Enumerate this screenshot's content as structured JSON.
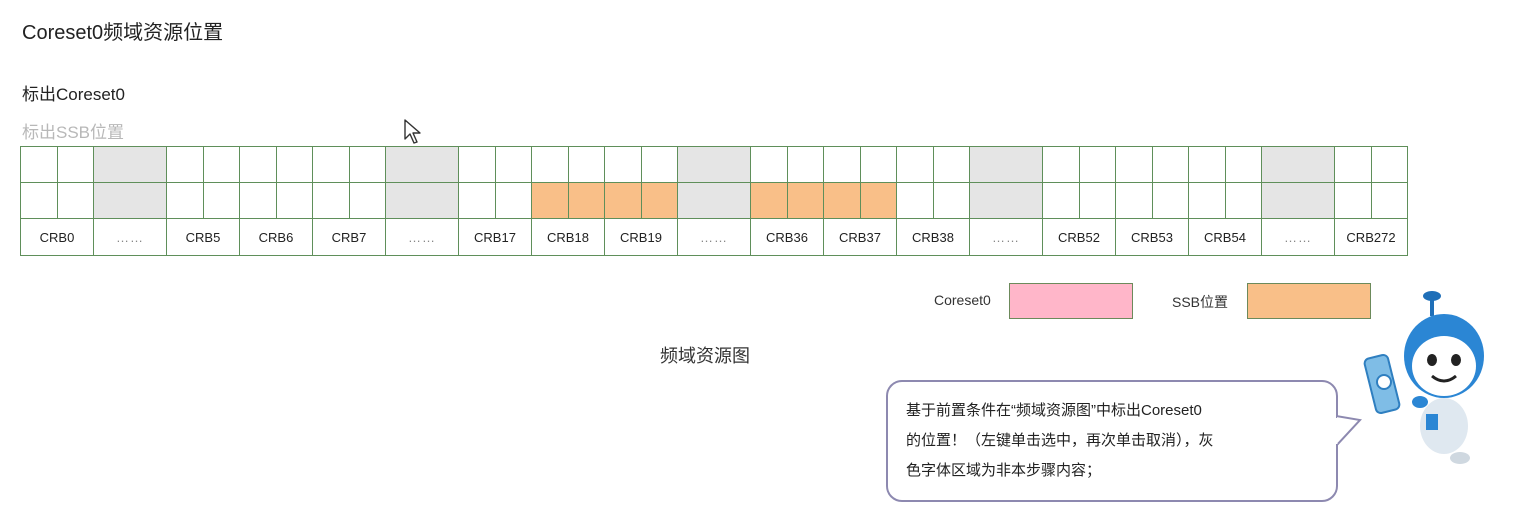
{
  "page_title": "Coreset0频域资源位置",
  "steps": [
    {
      "label": "标出Coreset0",
      "state": "active"
    },
    {
      "label": "标出SSB位置",
      "state": "inactive"
    }
  ],
  "grid": {
    "labels": [
      "CRB0",
      "……",
      "CRB5",
      "CRB6",
      "CRB7",
      "……",
      "CRB17",
      "CRB18",
      "CRB19",
      "……",
      "CRB36",
      "CRB37",
      "CRB38",
      "……",
      "CRB52",
      "CRB53",
      "CRB54",
      "……",
      "CRB272"
    ],
    "gray_columns": [
      1,
      5,
      9,
      13,
      17
    ],
    "orange_columns_row2": [
      7,
      8,
      10,
      11
    ]
  },
  "legend": {
    "coreset_label": "Coreset0",
    "coreset_color": "#ffb6c9",
    "ssb_label": "SSB位置",
    "ssb_color": "#f9bf88"
  },
  "caption": "频域资源图",
  "instruction": {
    "line1": "基于前置条件在“频域资源图”中标出Coreset0",
    "line2": "的位置！（左键单击选中，再次单击取消），灰",
    "line3": "色字体区域为非本步骤内容；"
  },
  "icons": {
    "cursor": "mouse-pointer-icon",
    "mascot": "robot-mascot-icon"
  }
}
